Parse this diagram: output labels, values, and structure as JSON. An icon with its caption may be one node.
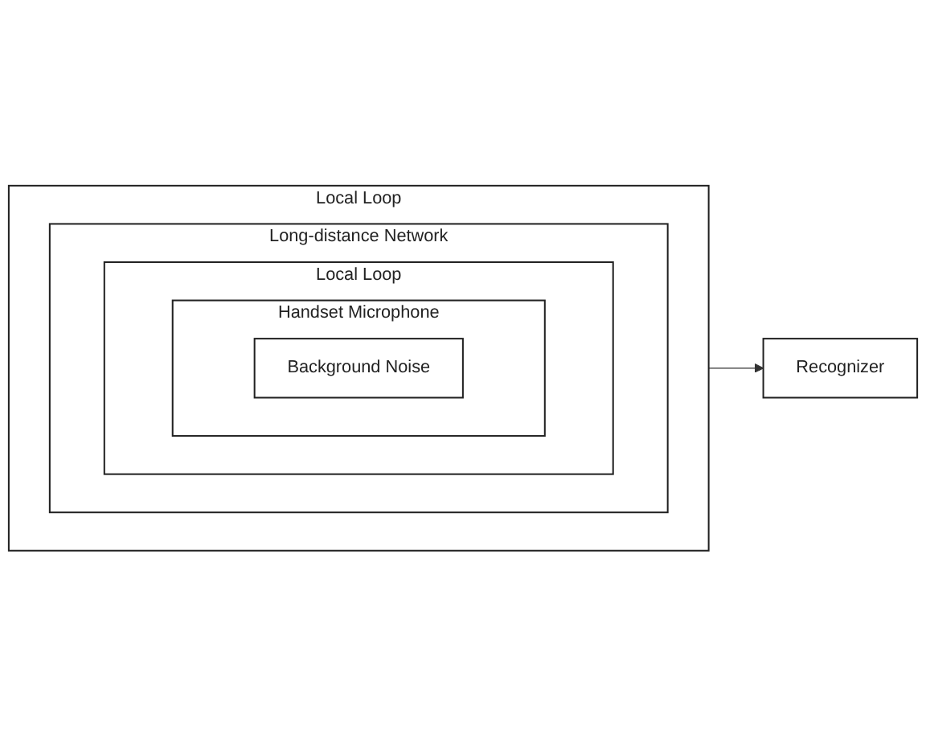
{
  "diagram": {
    "nodes": [
      {
        "text": [
          "Local Loop"
        ]
      },
      {
        "text": [
          "Long-distance Network"
        ],
        "in": 0
      },
      {
        "text": [
          "Local Loop"
        ],
        "in": 1
      },
      {
        "text": [
          "Handset Microphone"
        ],
        "in": 2
      },
      {
        "text": [
          "Background Noise"
        ],
        "in": 3
      },
      {
        "text": [
          "Recognizer"
        ]
      }
    ],
    "edges": [
      {
        "from": 0,
        "to": 5,
        "arrow": "to"
      }
    ]
  }
}
